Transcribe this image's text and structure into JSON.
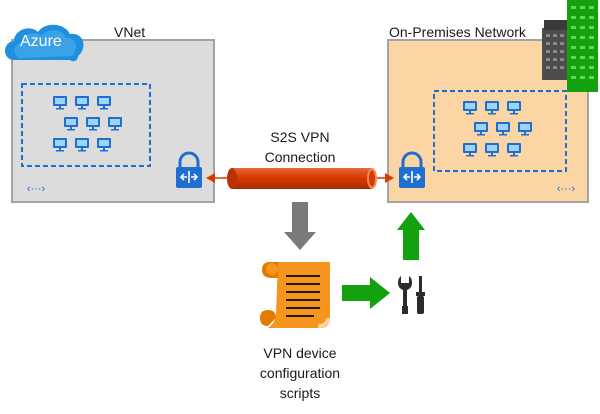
{
  "azure": {
    "cloud_label": "Azure",
    "vnet_label": "VNet"
  },
  "onprem": {
    "label": "On-Premises Network"
  },
  "connection": {
    "line1": "S2S VPN",
    "line2": "Connection"
  },
  "scripts": {
    "line1": "VPN device",
    "line2": "configuration",
    "line3": "scripts"
  },
  "icons": {
    "cloud": "cloud-icon",
    "lock_left": "vpn-gateway-lock-icon",
    "lock_right": "vpn-device-lock-icon",
    "tunnel": "vpn-tunnel-pipe",
    "scroll": "script-scroll-icon",
    "tools": "wrench-screwdriver-icon",
    "buildings": "office-buildings-icon",
    "vnet_badge": "vnet-dots-icon"
  },
  "colors": {
    "azure_bg": "#dcdcdc",
    "onprem_bg": "#fcd5a5",
    "border": "#9e9e9e",
    "dashed": "#1f6fd1",
    "tunnel": "#d83b01",
    "lock": "#1f6fd1",
    "arrow_gray": "#7a7a7a",
    "arrow_green": "#13a10e",
    "scroll": "#f7941d"
  }
}
